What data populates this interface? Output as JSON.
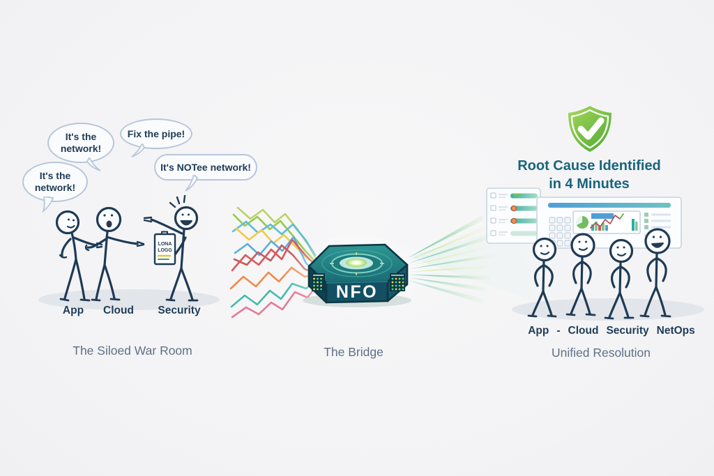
{
  "left_scene": {
    "bubble_app": "It's the\nnetwork!",
    "bubble_fix": "Fix the pipe!",
    "bubble_app2": "It's the\nnetwork!",
    "bubble_not": "It's NOTee network!",
    "clipboard_line1": "LONA",
    "clipboard_line2": "LOGG",
    "roles": [
      "App",
      "Cloud",
      "Security"
    ],
    "caption": "The Siloed War Room"
  },
  "bridge_scene": {
    "device_label": "NFO",
    "caption": "The Bridge"
  },
  "right_scene": {
    "headline_line1": "Root Cause Identified",
    "headline_line2": "in 4 Minutes",
    "roles": [
      "App",
      "-",
      "Cloud",
      "Security",
      "NetOps"
    ],
    "caption": "Unified Resolution"
  },
  "colors": {
    "background": "#f4f4f6",
    "ink": "#1e3a55",
    "caption_text": "#5f7088",
    "headline_text": "#19647c",
    "bubble_border": "#b7c6da",
    "shield_green_light": "#a6d75b",
    "shield_green_dark": "#54ad35",
    "device_body_teal": "#135064",
    "device_top_teal": "#2a8d8d",
    "device_glow": "#f6ffd8",
    "beam_teal": "#3db8a6",
    "beam_yellow_green": "#bfe07a",
    "led_yellow": "#ffd84d",
    "led_teal": "#38d6b3",
    "led_green": "#86df4e",
    "tangle_line_colors": [
      "#d9494f",
      "#ef813c",
      "#f0c83c",
      "#8cc63f",
      "#35b5a5",
      "#4aa8e0",
      "#e2718f",
      "#b5d158",
      "#c0504d",
      "#52b8d8"
    ],
    "dashboard_border": "#c6d4e2",
    "dashboard_blue": "#4f9fd6",
    "dashboard_bar_teal": "#3fae9e",
    "dashboard_orange": "#e8963f"
  }
}
